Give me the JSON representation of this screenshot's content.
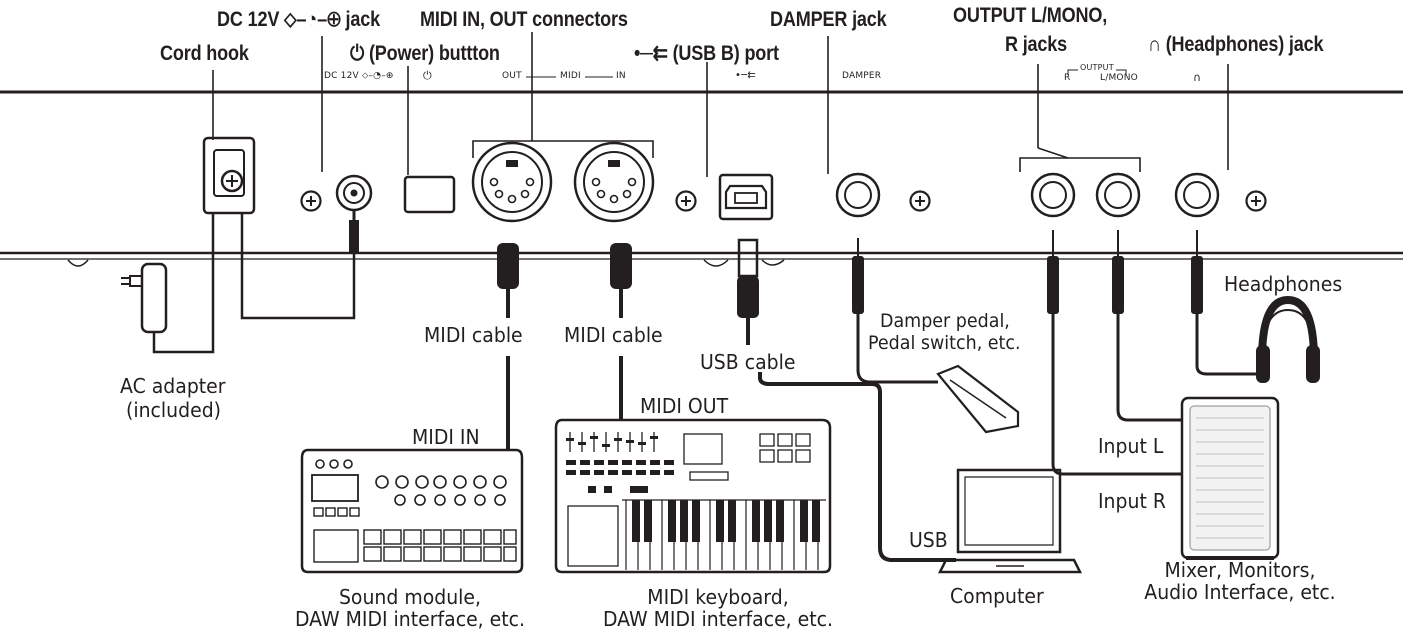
{
  "headers": {
    "cord_hook": "Cord hook",
    "dc_jack": "DC 12V ⬦–◔–⊕ jack",
    "power_button": "⏻ (Power) buttton",
    "midi_connectors": "MIDI IN, OUT connectors",
    "usb_port": "•─⇇ (USB B) port",
    "damper_jack": "DAMPER jack",
    "output_jacks_line1": "OUTPUT L/MONO,",
    "output_jacks_line2": "R jacks",
    "headphones_jack": "∩ (Headphones) jack"
  },
  "panel_labels": {
    "dc": "DC 12V ⬦–◔–⊕",
    "power": "⏻",
    "midi_out": "OUT",
    "midi": "MIDI",
    "midi_in": "IN",
    "usb": "•─⇇",
    "damper": "DAMPER",
    "output_group": "OUTPUT",
    "output_r": "R",
    "output_l": "L/MONO",
    "headphones": "∩"
  },
  "devices": {
    "ac_adapter_line1": "AC adapter",
    "ac_adapter_line2": "(included)",
    "midi_cable_1": "MIDI cable",
    "midi_cable_2": "MIDI cable",
    "usb_cable": "USB cable",
    "damper_pedal_line1": "Damper pedal,",
    "damper_pedal_line2": "Pedal switch, etc.",
    "headphones": "Headphones",
    "midi_in": "MIDI IN",
    "midi_out": "MIDI OUT",
    "usb": "USB",
    "input_l": "Input L",
    "input_r": "Input R",
    "sound_module_line1": "Sound module,",
    "sound_module_line2": "DAW MIDI interface, etc.",
    "midi_keyboard_line1": "MIDI keyboard,",
    "midi_keyboard_line2": "DAW MIDI interface, etc.",
    "computer": "Computer",
    "mixer_line1": "Mixer, Monitors,",
    "mixer_line2": "Audio Interface, etc."
  },
  "colors": {
    "ink": "#231f20",
    "background": "#ffffff",
    "fill_light": "#f2f2f2"
  }
}
